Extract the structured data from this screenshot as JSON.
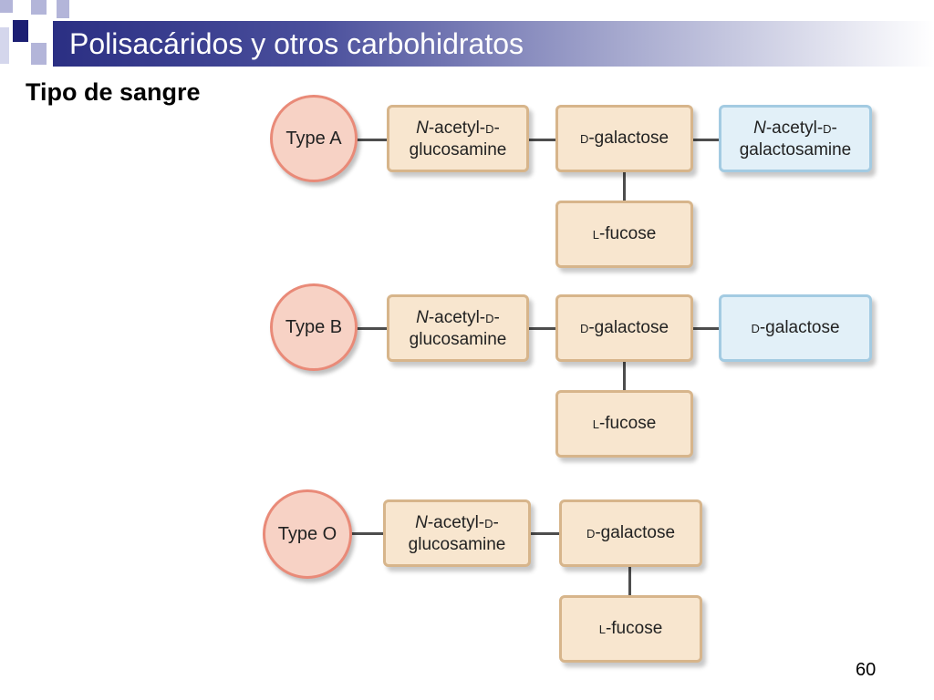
{
  "slide": {
    "title": "Polisacáridos y otros carbohidratos",
    "subtitle": "Tipo de sangre",
    "page_number": "60"
  },
  "groups": [
    {
      "label": "Type A",
      "chain": [
        {
          "italic": "N",
          "rest": "-acetyl-",
          "sc": "D",
          "tail": "-",
          "line2": "glucosamine",
          "color": "tan"
        },
        {
          "sc": "D",
          "rest": "-galactose",
          "color": "tan"
        },
        {
          "italic": "N",
          "rest": "-acetyl-",
          "sc": "D",
          "tail": "-",
          "line2": "galactosamine",
          "color": "blue"
        }
      ],
      "branch": {
        "sc": "L",
        "rest": "-fucose",
        "color": "tan"
      }
    },
    {
      "label": "Type B",
      "chain": [
        {
          "italic": "N",
          "rest": "-acetyl-",
          "sc": "D",
          "tail": "-",
          "line2": "glucosamine",
          "color": "tan"
        },
        {
          "sc": "D",
          "rest": "-galactose",
          "color": "tan"
        },
        {
          "sc": "D",
          "rest": "-galactose",
          "color": "blue"
        }
      ],
      "branch": {
        "sc": "L",
        "rest": "-fucose",
        "color": "tan"
      }
    },
    {
      "label": "Type O",
      "chain": [
        {
          "italic": "N",
          "rest": "-acetyl-",
          "sc": "D",
          "tail": "-",
          "line2": "glucosamine",
          "color": "tan"
        },
        {
          "sc": "D",
          "rest": "-galactose",
          "color": "tan"
        }
      ],
      "branch": {
        "sc": "L",
        "rest": "-fucose",
        "color": "tan"
      }
    }
  ],
  "colors": {
    "title_bar": "#2b2f83",
    "deco_dark": "#1c1f73",
    "deco_light": "#b3b5d9",
    "circle_fill": "#f7d2c5",
    "circle_border": "#e98a78",
    "tan_fill": "#f8e6cf",
    "tan_border": "#d7b58b",
    "blue_fill": "#e2f0f8",
    "blue_border": "#a3cbe2"
  }
}
